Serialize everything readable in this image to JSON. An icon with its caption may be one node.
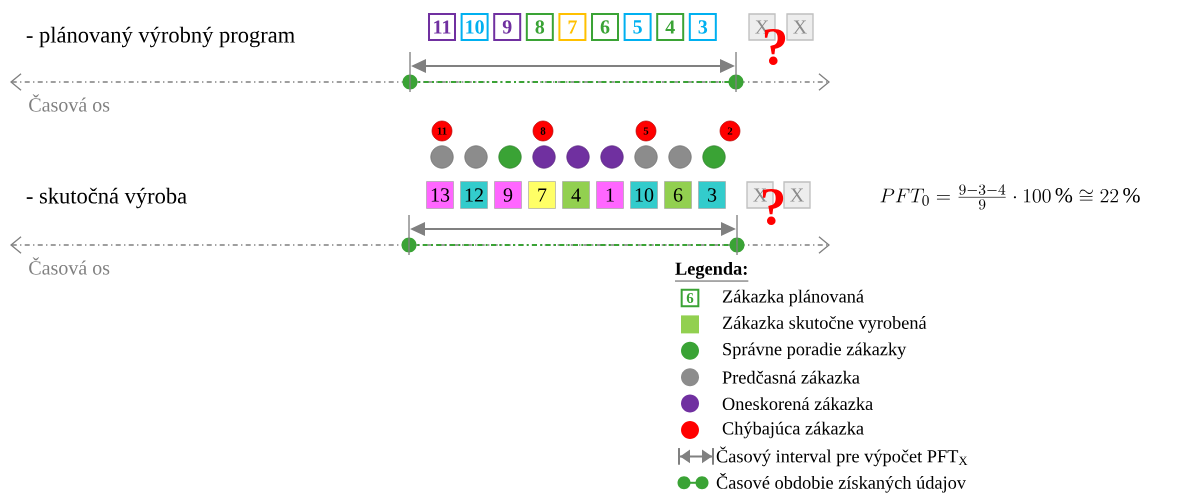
{
  "diagram": {
    "nodes": [
      {
        "text": [
          "11"
        ]
      },
      {
        "text": [
          "10"
        ]
      },
      {
        "text": [
          "9"
        ]
      },
      {
        "text": [
          "8"
        ]
      },
      {
        "text": [
          "7"
        ]
      },
      {
        "text": [
          "6"
        ]
      },
      {
        "text": [
          "5"
        ]
      },
      {
        "text": [
          "4"
        ]
      },
      {
        "text": [
          "3"
        ]
      },
      {
        "text": [
          "X"
        ]
      },
      {
        "text": [
          "X"
        ]
      },
      {
        "text": [
          "11"
        ]
      },
      {
        "text": [
          "8"
        ]
      },
      {
        "text": [
          "5"
        ]
      },
      {
        "text": [
          "2"
        ]
      },
      {
        "text": [],
        "shape": "circle"
      },
      {
        "text": [],
        "shape": "circle"
      },
      {
        "text": [],
        "shape": "circle"
      },
      {
        "text": [],
        "shape": "circle"
      },
      {
        "text": [],
        "shape": "circle"
      },
      {
        "text": [],
        "shape": "circle"
      },
      {
        "text": [],
        "shape": "circle"
      },
      {
        "text": [],
        "shape": "circle"
      },
      {
        "text": [],
        "shape": "circle"
      },
      {
        "text": [
          "13"
        ]
      },
      {
        "text": [
          "12"
        ]
      },
      {
        "text": [
          "9"
        ]
      },
      {
        "text": [
          "7"
        ]
      },
      {
        "text": [
          "4"
        ]
      },
      {
        "text": [
          "1"
        ]
      },
      {
        "text": [
          "10"
        ]
      },
      {
        "text": [
          "6"
        ]
      },
      {
        "text": [
          "3"
        ]
      },
      {
        "text": [
          "X"
        ]
      },
      {
        "text": [
          "X"
        ]
      }
    ],
    "labels": [
      "- plánovaný výrobný program",
      "?",
      "Časová os",
      "- skutočná výroba",
      "?",
      "PFT_0 = \\frac{9 - 3 - 4}{9} \\cdot 100\\,\\% \\cong 22\\,\\%",
      "Časová os",
      "Legenda:",
      "6"
    ],
    "legend": [
      {
        "text": "Zákazka plánovaná"
      },
      {
        "text": "Zákazka skutočne vyrobená",
        "color": "#92d050"
      },
      {
        "text": "Správne poradie zákazky",
        "color": "#3aa335"
      },
      {
        "text": "Predčasná zákazka",
        "color": "#8c8c8c"
      },
      {
        "text": "Oneskorená zákazka",
        "color": "#7030a0"
      },
      {
        "text": "Chýbajúca zákazka",
        "color": "#ff0000"
      },
      {
        "text": "Časový interval pre výpočet PFT$_{X}$"
      },
      {
        "text": "Časové obdobie získaných údajov"
      }
    ]
  }
}
